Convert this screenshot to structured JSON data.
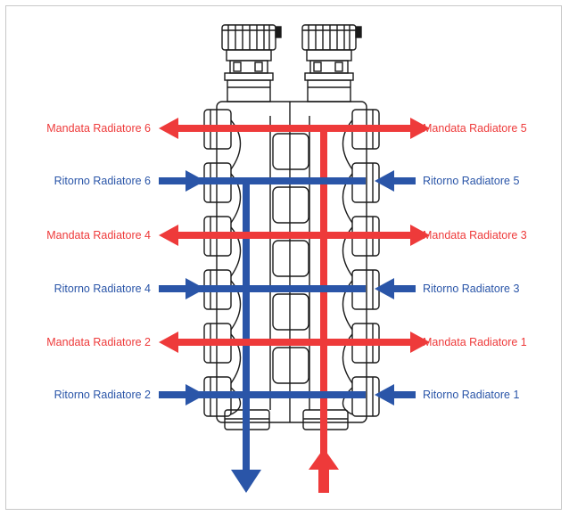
{
  "colors": {
    "supply": "#ee3a3a",
    "return": "#2a55a8",
    "outline": "#1a1a1a",
    "frame": "#c8c8c8"
  },
  "left_labels": [
    {
      "text": "Mandata Radiatore 6",
      "kind": "supply"
    },
    {
      "text": "Ritorno Radiatore 6",
      "kind": "return"
    },
    {
      "text": "Mandata Radiatore 4",
      "kind": "supply"
    },
    {
      "text": "Ritorno Radiatore 4",
      "kind": "return"
    },
    {
      "text": "Mandata Radiatore 2",
      "kind": "supply"
    },
    {
      "text": "Ritorno Radiatore 2",
      "kind": "return"
    }
  ],
  "right_labels": [
    {
      "text": "Mandata Radiatore 5",
      "kind": "supply"
    },
    {
      "text": "Ritorno Radiatore 5",
      "kind": "return"
    },
    {
      "text": "Mandata Radiatore 3",
      "kind": "supply"
    },
    {
      "text": "Ritorno Radiatore 3",
      "kind": "return"
    },
    {
      "text": "Mandata Radiatore 1",
      "kind": "supply"
    },
    {
      "text": "Ritorno Radiatore 1",
      "kind": "return"
    }
  ]
}
